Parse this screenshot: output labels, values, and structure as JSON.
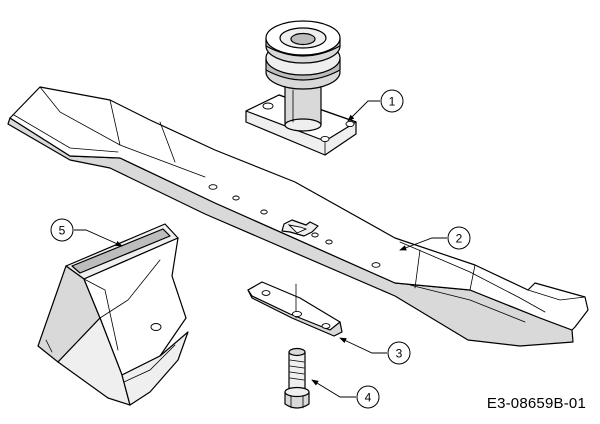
{
  "diagram": {
    "code": "E3-08659B-01",
    "callouts": [
      {
        "number": "1",
        "part": "blade adapter with pulley"
      },
      {
        "number": "2",
        "part": "mower blade"
      },
      {
        "number": "3",
        "part": "blade retainer plate"
      },
      {
        "number": "4",
        "part": "blade bolt"
      },
      {
        "number": "5",
        "part": "mulching insert"
      }
    ]
  }
}
